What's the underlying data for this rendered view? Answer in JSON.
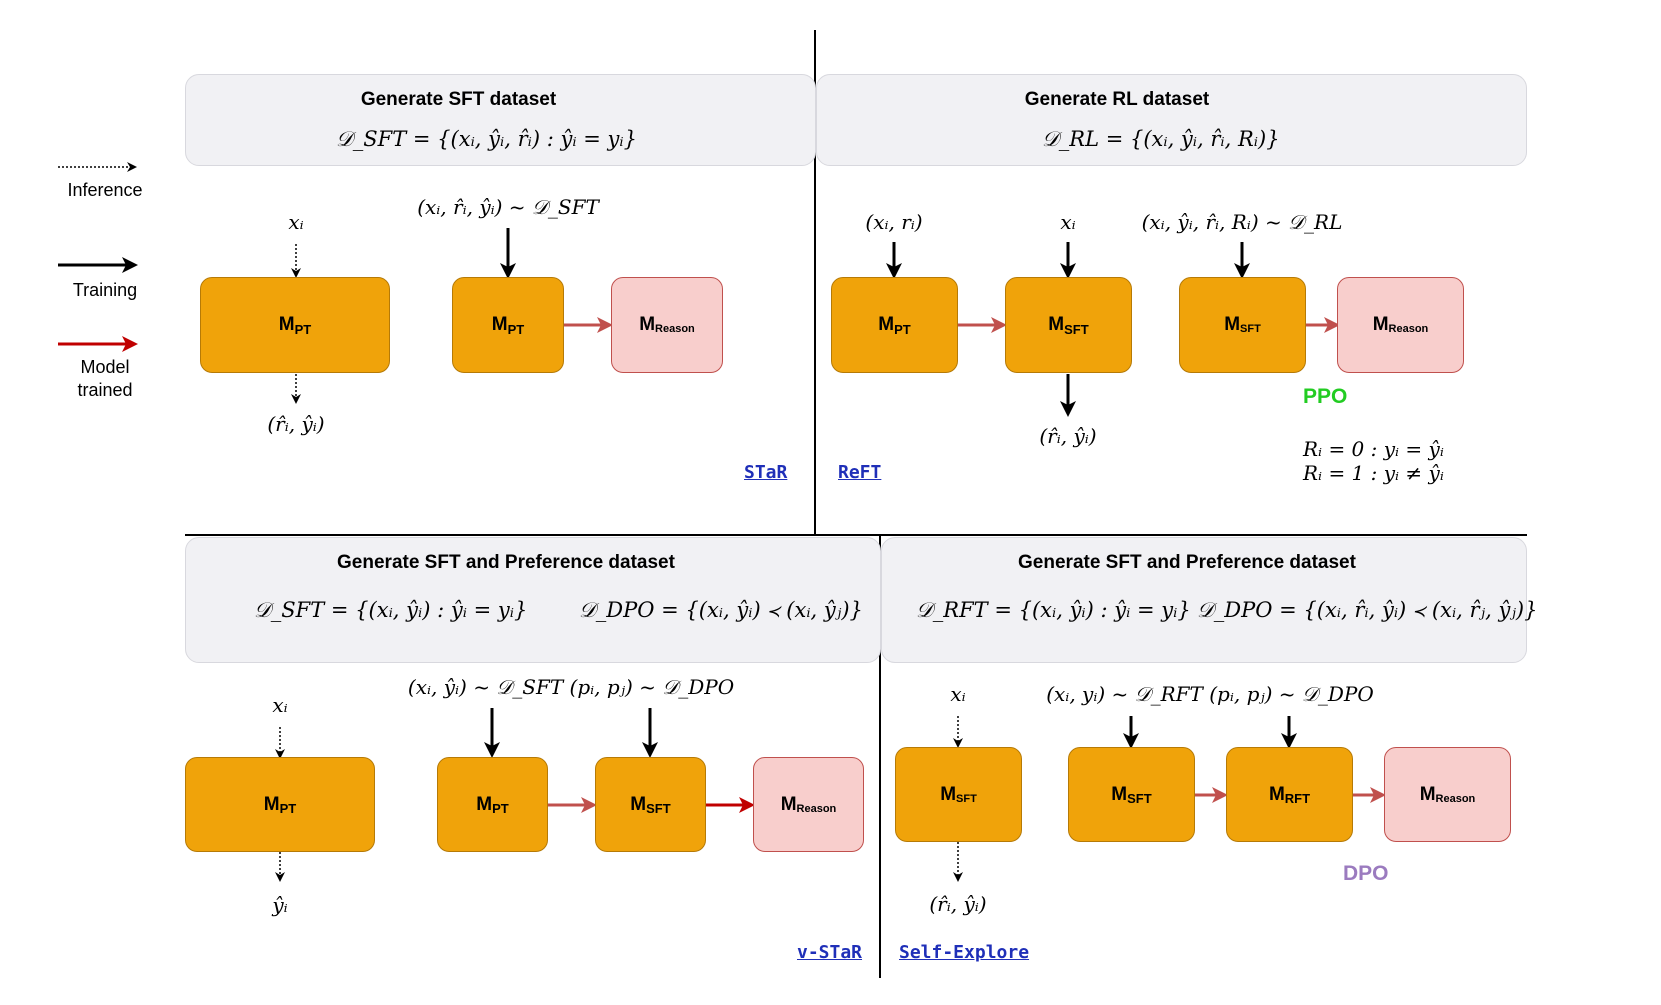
{
  "legend": {
    "inference": "Inference",
    "training": "Training",
    "model_trained": "Model trained"
  },
  "star": {
    "panel_title": "Generate SFT dataset",
    "formula": "𝒟_SFT = {(xᵢ, ŷᵢ, r̂ᵢ) : ŷᵢ = yᵢ}",
    "input_label": "xᵢ",
    "output_label": "(r̂ᵢ, ŷᵢ)",
    "train_label": "(xᵢ, r̂ᵢ, ŷᵢ) ~ 𝒟_SFT",
    "boxes": [
      {
        "main": "M",
        "sub": "PT"
      },
      {
        "main": "M",
        "sub": "PT"
      },
      {
        "main": "M",
        "sub": "Reason"
      }
    ],
    "link": "STaR"
  },
  "reft": {
    "panel_title": "Generate RL dataset",
    "formula": "𝒟_RL = {(xᵢ, ŷᵢ, r̂ᵢ, Rᵢ)}",
    "input1_label": "(xᵢ, rᵢ)",
    "input2_label": "xᵢ",
    "train_label": "(xᵢ, ŷᵢ, r̂ᵢ, Rᵢ) ~ 𝒟_RL",
    "output_label": "(r̂ᵢ, ŷᵢ)",
    "boxes": [
      {
        "main": "M",
        "sub": "PT"
      },
      {
        "main": "M",
        "sub": "SFT"
      },
      {
        "main": "M",
        "sub": "SFT"
      },
      {
        "main": "M",
        "sub": "Reason"
      }
    ],
    "algorithm": "PPO",
    "reward_line1": "Rᵢ = 0 : yᵢ = ŷᵢ",
    "reward_line2": "Rᵢ = 1 : yᵢ ≠ ŷᵢ",
    "link": "ReFT"
  },
  "vstar": {
    "panel_title": "Generate SFT and Preference dataset",
    "formula1": "𝒟_SFT = {(xᵢ, ŷᵢ) : ŷᵢ = yᵢ}",
    "formula2": "𝒟_DPO = {(xᵢ, ŷᵢ) ≺ (xᵢ, ŷⱼ)}",
    "input_label": "xᵢ",
    "output_label": "ŷᵢ",
    "train_label": "(xᵢ, ŷᵢ) ~ 𝒟_SFT (pᵢ, pⱼ) ~ 𝒟_DPO",
    "boxes": [
      {
        "main": "M",
        "sub": "PT"
      },
      {
        "main": "M",
        "sub": "PT"
      },
      {
        "main": "M",
        "sub": "SFT"
      },
      {
        "main": "M",
        "sub": "Reason"
      }
    ],
    "link": "v-STaR"
  },
  "selfexplore": {
    "panel_title": "Generate SFT and Preference dataset",
    "formula1": "𝒟_RFT = {(xᵢ, ŷᵢ) : ŷᵢ = yᵢ}",
    "formula2": "𝒟_DPO = {(xᵢ, r̂ᵢ, ŷᵢ) ≺ (xᵢ, r̂ⱼ, ŷⱼ)}",
    "input_label": "xᵢ",
    "output_label": "(r̂ᵢ, ŷᵢ)",
    "train_label": "(xᵢ, yᵢ) ~ 𝒟_RFT (pᵢ, pⱼ) ~ 𝒟_DPO",
    "boxes": [
      {
        "main": "M",
        "sub": "SFT"
      },
      {
        "main": "M",
        "sub": "SFT"
      },
      {
        "main": "M",
        "sub": "RFT"
      },
      {
        "main": "M",
        "sub": "Reason"
      }
    ],
    "algorithm": "DPO",
    "link": "Self-Explore"
  },
  "colors": {
    "model_box": "#f0a30a",
    "reason_box": "#f8cecc",
    "model_trained_arrow": "#c00000",
    "flow_arrow": "#c0504d",
    "ppo": "#22cc22",
    "dpo": "#9b7bbf",
    "link": "#1f2fb8"
  }
}
